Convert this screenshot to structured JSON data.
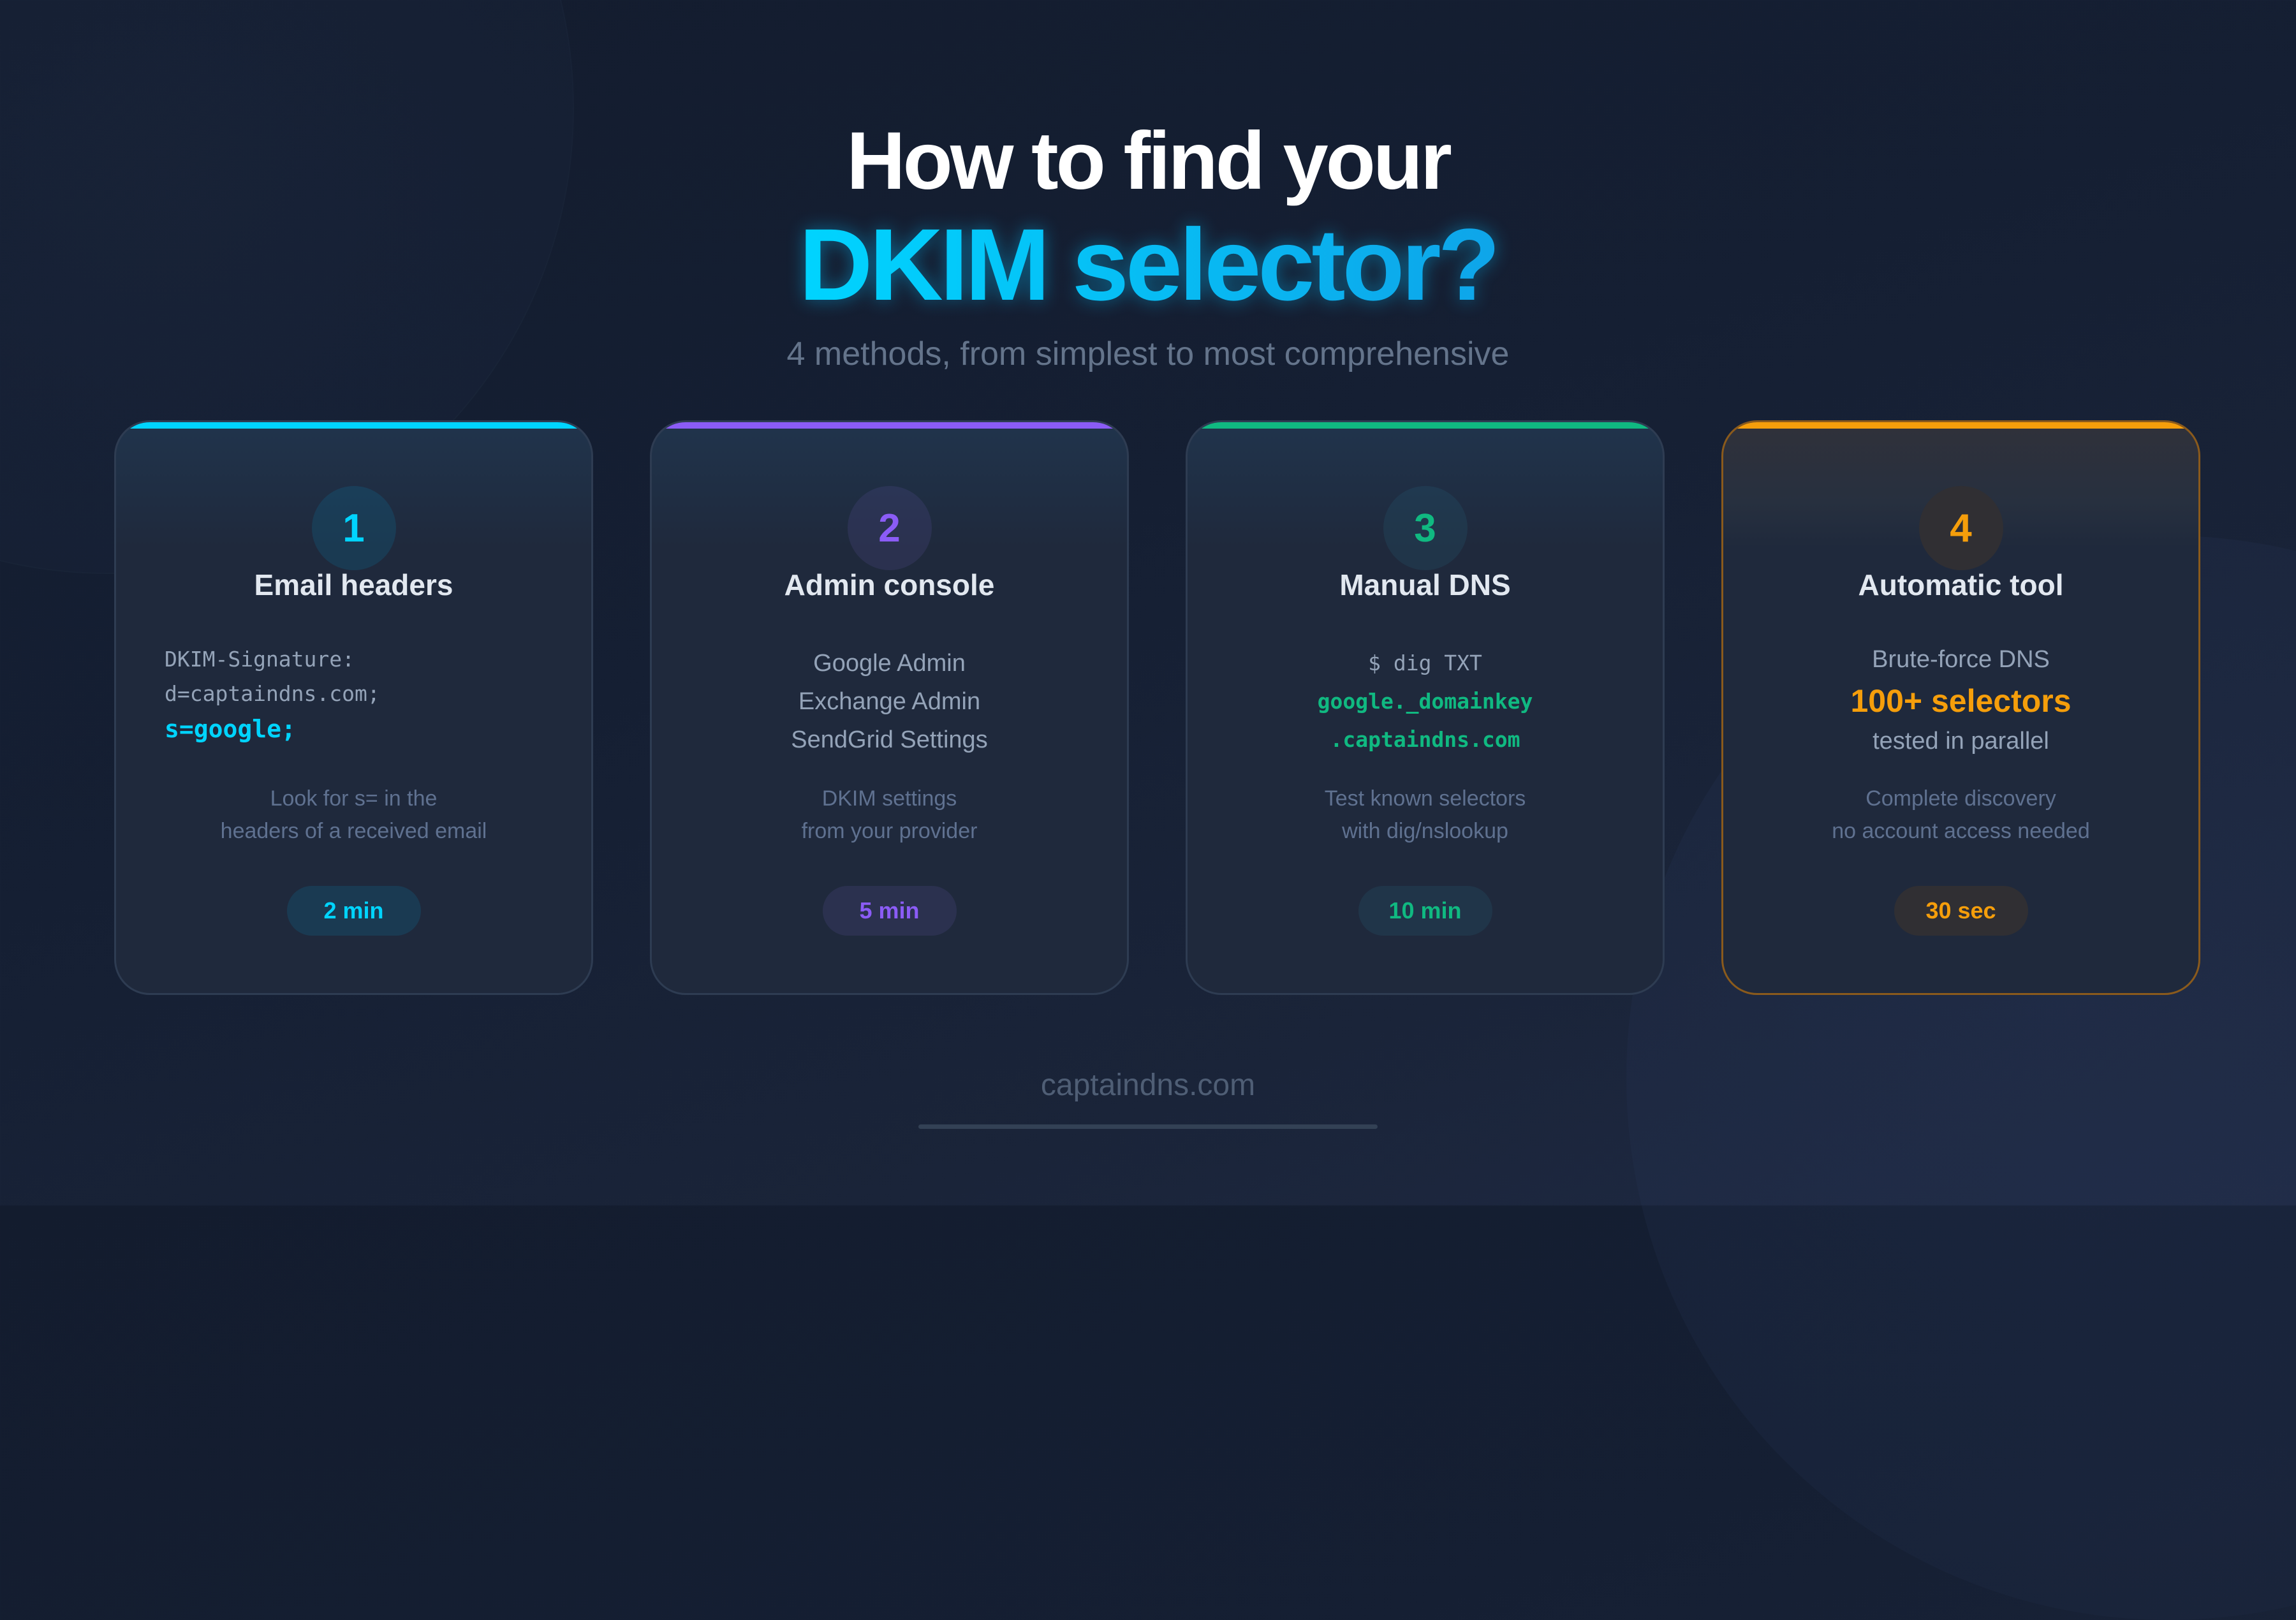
{
  "header": {
    "title_line1": "How to find your",
    "title_line2": "DKIM selector?",
    "subtitle": "4 methods, from simplest to most comprehensive"
  },
  "colors": {
    "background": "#141d2f",
    "card_bg": "#1f293c",
    "cyan": "#00d4ff",
    "purple": "#8b5cf6",
    "green": "#10b981",
    "amber": "#f59e0b",
    "title_white": "#ffffff",
    "text_secondary": "#94a3b8",
    "text_muted": "#5f7190"
  },
  "cards": [
    {
      "number": "1",
      "title": "Email headers",
      "accent": "#00d4ff",
      "code_lines": [
        "DKIM-Signature:",
        "d=captaindns.com;"
      ],
      "code_highlight": "s=google;",
      "description_lines": [
        "Look for s= in the",
        "headers of a received email"
      ],
      "time": "2 min"
    },
    {
      "number": "2",
      "title": "Admin console",
      "accent": "#8b5cf6",
      "list_lines": [
        "Google Admin",
        "Exchange Admin",
        "SendGrid Settings"
      ],
      "description_lines": [
        "DKIM settings",
        "from your provider"
      ],
      "time": "5 min"
    },
    {
      "number": "3",
      "title": "Manual DNS",
      "accent": "#10b981",
      "code_command": "$ dig TXT",
      "code_highlight_lines": [
        "google._domainkey",
        ".captaindns.com"
      ],
      "description_lines": [
        "Test known selectors",
        "with dig/nslookup"
      ],
      "time": "10 min"
    },
    {
      "number": "4",
      "title": "Automatic tool",
      "accent": "#f59e0b",
      "line_top": "Brute-force DNS",
      "line_highlight": "100+ selectors",
      "line_bottom": "tested in parallel",
      "description_lines": [
        "Complete discovery",
        "no account access needed"
      ],
      "time": "30 sec"
    }
  ],
  "footer": {
    "site": "captaindns.com"
  }
}
